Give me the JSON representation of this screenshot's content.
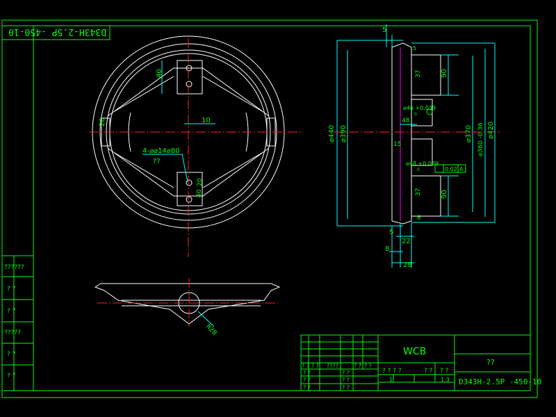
{
  "corner_code": "D343H-2.5P -450-10",
  "dims": {
    "d5_top": "5",
    "d40_hub": "40",
    "d40_hub2": "40",
    "d10": "10",
    "d4_phi": "4-⌀⌀14⌀80",
    "qq_note": "??",
    "d20a": "20",
    "d20b": "20",
    "d90_top": "90",
    "d90_bot": "90",
    "d37_top": "37",
    "d37_bot": "37",
    "d46": "⌀46 +0.039",
    "d46_sub": "0",
    "d48": "48",
    "d15": "15",
    "d48b": "⌀48 +0.039",
    "d48b_sub": "0",
    "tol_box": "0.02",
    "tol_ref": "A",
    "d440": "⌀440",
    "d390": "⌀390",
    "d370": "⌀370",
    "d360": "⌀360 -0.36",
    "d420": "⌀420",
    "d5_bot": "5",
    "d6_bot": "6",
    "d22": "22",
    "d8": "8",
    "d28": "28",
    "r28": "R28",
    "d5_tick": "5"
  },
  "left_strip": [
    "??????",
    "? ?",
    "? ?",
    "?????",
    "? ?",
    "? ?"
  ],
  "title_block": {
    "material": "WCB",
    "part_name": "??",
    "drawing_no": "D343H-2.5P -450-10",
    "scale": "1:3",
    "header_cells": [
      "? ?",
      "? ?",
      "????",
      "? ?",
      "? ?"
    ],
    "mid_cells": [
      "? ? ? ?",
      "? ?",
      "? ?"
    ],
    "sign_rows": [
      "? ?",
      "? ?",
      "? ?"
    ],
    "sign_rows2": [
      "? ?",
      "? ?",
      "? ?"
    ],
    "count_one": "1"
  },
  "colors": {
    "background": "#000000",
    "text": "#00ff00",
    "geometry": "#ffffff",
    "dimension": "#00ffff",
    "centerline": "#ff2020"
  }
}
